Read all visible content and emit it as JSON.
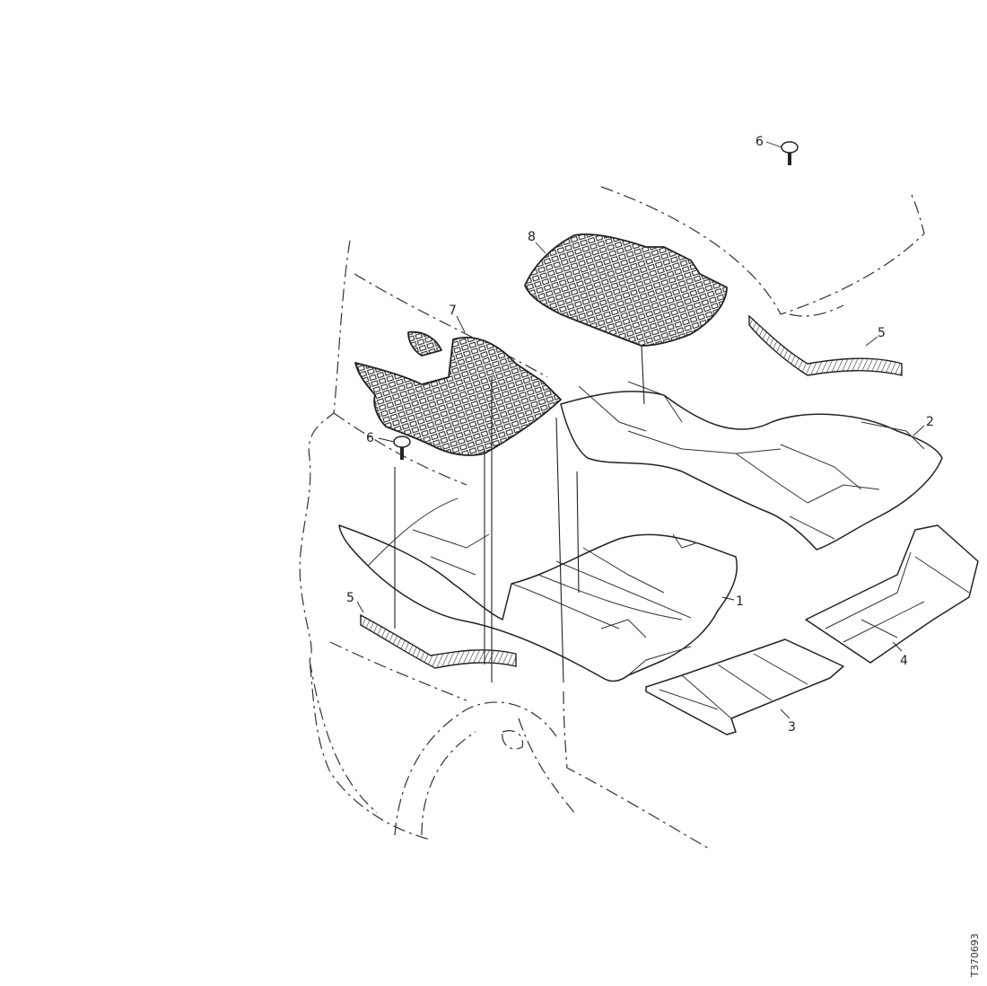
{
  "diagram": {
    "callouts": {
      "c1": "1",
      "c2": "2",
      "c3": "3",
      "c4": "4",
      "c5a": "5",
      "c5b": "5",
      "c6a": "6",
      "c6b": "6",
      "c7": "7",
      "c8": "8"
    },
    "reference_code": "T370693"
  }
}
